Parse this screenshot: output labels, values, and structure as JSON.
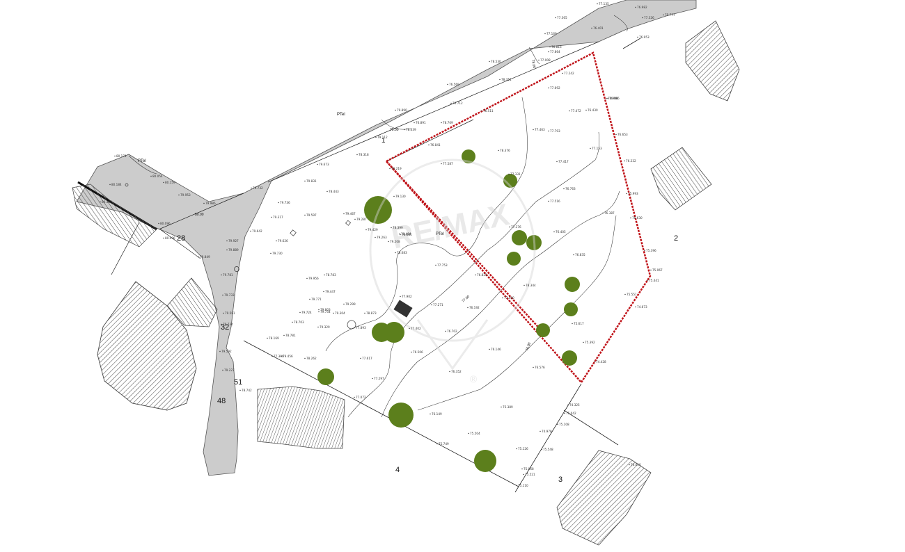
{
  "map": {
    "road_label": "1",
    "plot_labels": {
      "p2": "2",
      "p3": "3",
      "p4": "4",
      "p28": "28",
      "p32": "32",
      "p48": "48",
      "p51": "51"
    },
    "contour_labels": [
      "79.00",
      "78.00",
      "77.00",
      "76.00",
      "80.00"
    ],
    "pole_labels": [
      "PTel",
      "PTel",
      "PTel"
    ],
    "watermark": "RE/MAX",
    "watermark_mark": "®",
    "colors": {
      "road": "#cccccc",
      "boundary": "#c0141a",
      "tree": "#5c7f1c",
      "tree_dark": "#3f5c10",
      "building_hatch": "#444444",
      "watermark": "#d9d9d9"
    },
    "elevations": [
      "77.135",
      "76.982",
      "77.365",
      "76.401",
      "75.777",
      "77.169",
      "76.953",
      "77.864",
      "77.008",
      "76.816",
      "78.530",
      "76.569",
      "76.712",
      "76.891",
      "78.351",
      "77.692",
      "79.890",
      "78.769",
      "78.039",
      "76.511",
      "79.112",
      "78.318",
      "76.841",
      "77.463",
      "76.986",
      "79.219",
      "78.376",
      "79.673",
      "79.831",
      "76.430",
      "80.174",
      "80.054",
      "80.159",
      "80.184",
      "80.147",
      "80.096",
      "79.953",
      "79.986",
      "80.096",
      "79.732",
      "79.736",
      "78.443",
      "79.130",
      "79.317",
      "79.597",
      "79.467",
      "79.287",
      "78.399",
      "79.429",
      "78.641",
      "79.263",
      "79.208",
      "78.083",
      "79.927",
      "79.889",
      "79.642",
      "79.730",
      "79.849",
      "79.626",
      "79.956",
      "78.783",
      "77.753",
      "79.781",
      "79.733",
      "78.484",
      "77.587",
      "79.447",
      "79.771",
      "79.803",
      "79.581",
      "79.754",
      "79.304",
      "79.299",
      "79.724",
      "78.703",
      "79.329",
      "78.873",
      "77.893",
      "77.902",
      "77.271",
      "77.402",
      "76.702",
      "79.734",
      "79.592",
      "78.169",
      "78.781",
      "79.456",
      "79.227",
      "77.396",
      "77.617",
      "78.262",
      "78.742",
      "77.297",
      "77.072",
      "76.506",
      "76.352",
      "76.192",
      "76.146",
      "76.576",
      "75.389",
      "76.149",
      "75.749",
      "75.504",
      "75.126",
      "75.548",
      "75.110",
      "75.521",
      "75.068",
      "77.242",
      "77.472",
      "76.986",
      "77.793",
      "77.153",
      "76.653",
      "76.232",
      "77.417",
      "76.763",
      "77.516",
      "76.387",
      "75.993",
      "75.630",
      "76.405",
      "76.835",
      "75.396",
      "75.067",
      "75.441",
      "75.551",
      "74.673",
      "75.617",
      "75.392",
      "74.428",
      "74.325",
      "75.108",
      "75.042",
      "74.978",
      "77.326",
      "77.331",
      "76.825",
      "78.344",
      "77.500",
      "76.610",
      "77.376"
    ]
  }
}
